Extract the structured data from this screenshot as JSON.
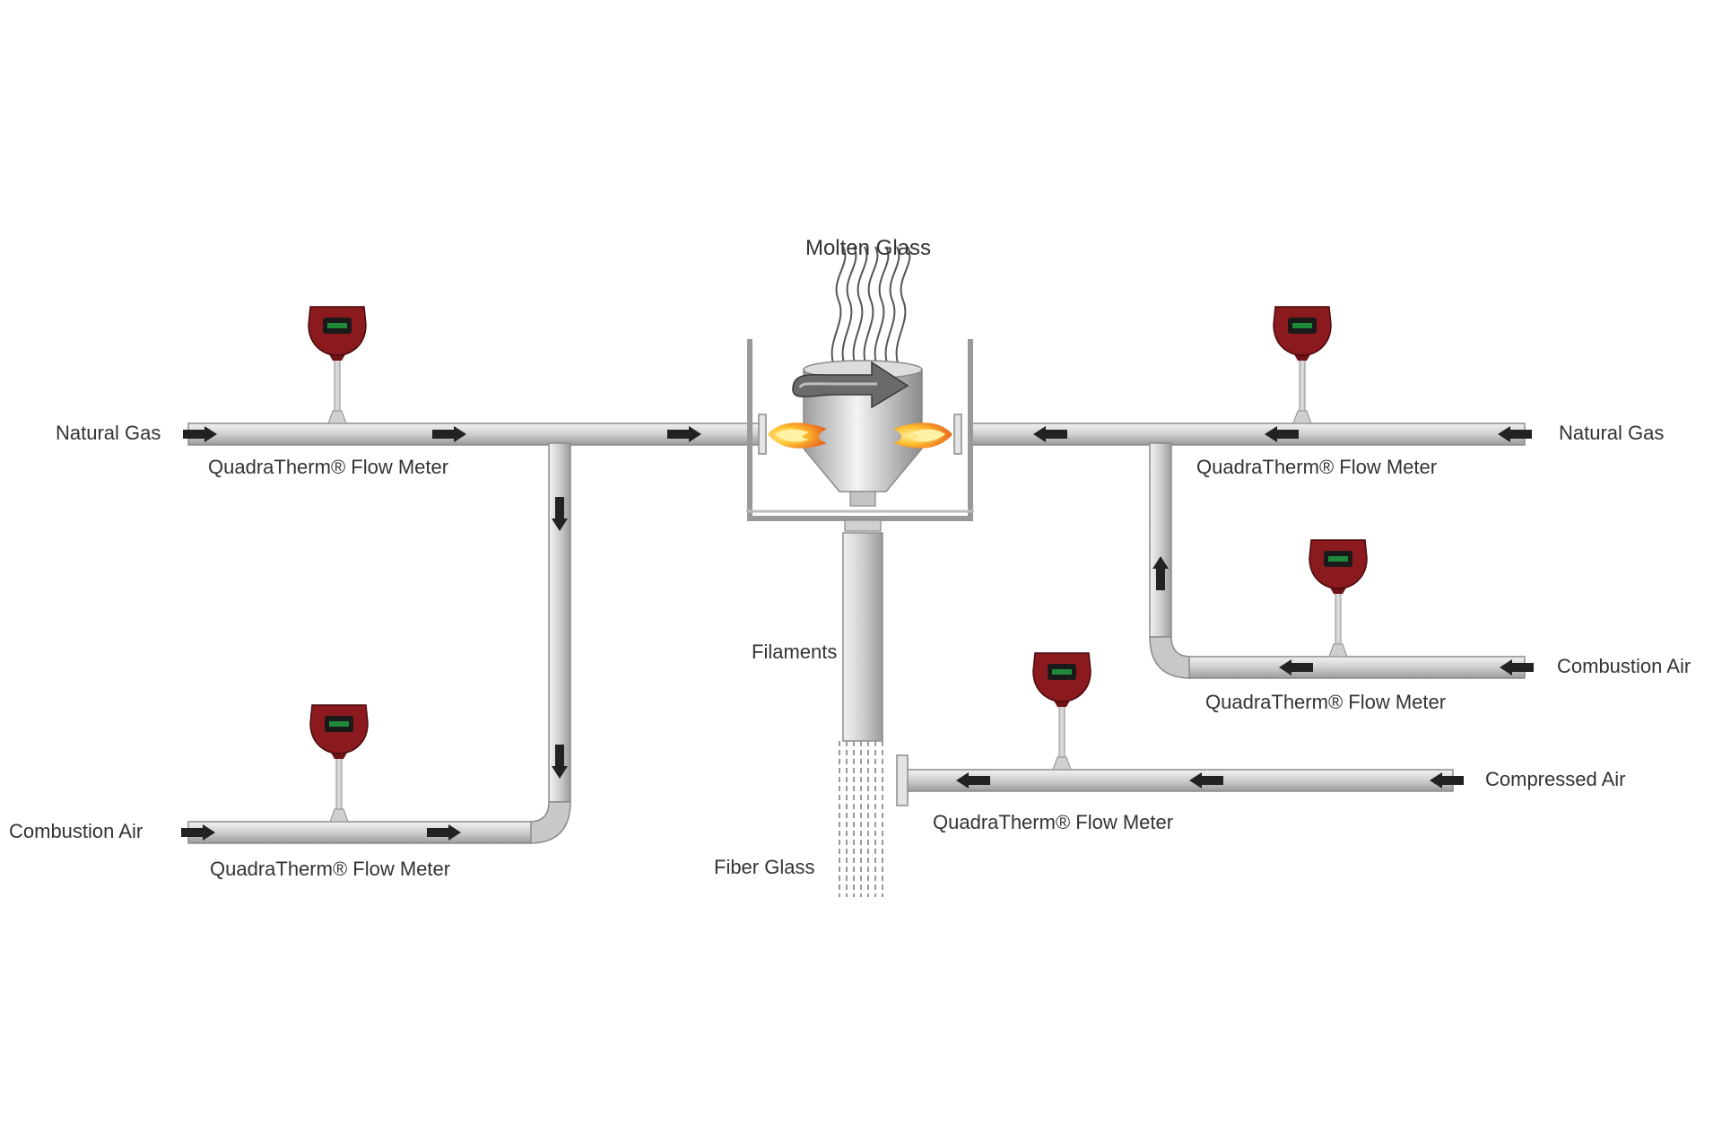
{
  "diagram": {
    "labels": {
      "molten_glass": "Molten Glass",
      "filaments": "Filaments",
      "fiber_glass": "Fiber Glass",
      "natural_gas_left": "Natural Gas",
      "natural_gas_right": "Natural Gas",
      "combustion_air_left": "Combustion Air",
      "combustion_air_right": "Combustion Air",
      "compressed_air": "Compressed Air",
      "meter_top_left": "QuadraTherm® Flow Meter",
      "meter_top_right": "QuadraTherm® Flow Meter",
      "meter_mid_right": "QuadraTherm® Flow Meter",
      "meter_bottom_left": "QuadraTherm® Flow Meter",
      "meter_bottom_center": "QuadraTherm® Flow Meter"
    },
    "colors": {
      "pipe_fill": "#d4d4d4",
      "pipe_stroke": "#8c8c8c",
      "meter_red": "#8b1a1f",
      "meter_display": "#1f8a3a",
      "flame_outer": "#f08a24",
      "flame_inner": "#ffd84a",
      "arrow": "#222222"
    },
    "icons": [
      "flow-meter-icon",
      "flame-icon",
      "flow-arrow-icon",
      "rotation-arrow-icon"
    ]
  }
}
